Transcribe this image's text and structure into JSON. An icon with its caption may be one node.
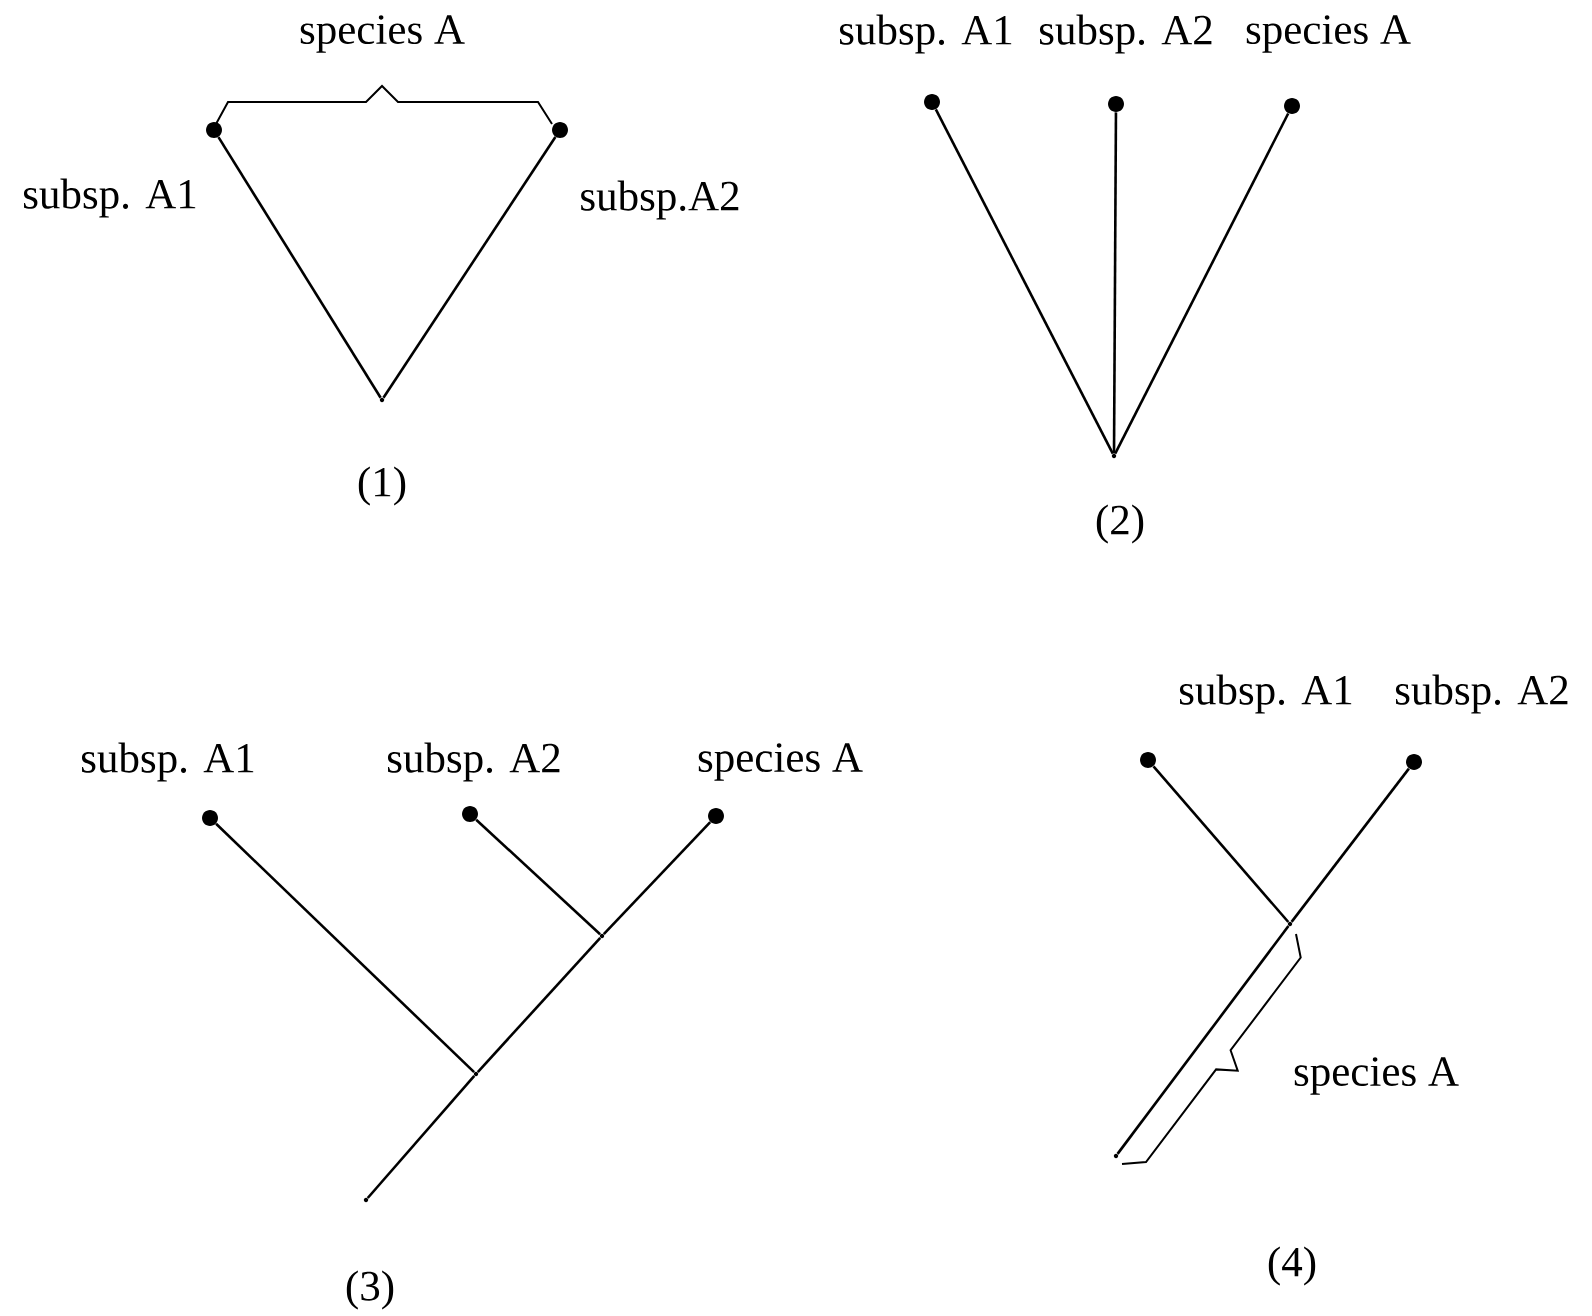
{
  "diagram": {
    "nodes": [
      {
        "text": [],
        "shape": "circle",
        "beside": [
          "subsp. A1"
        ]
      },
      {
        "text": [],
        "shape": "circle",
        "beside": [
          "subsp.A2"
        ]
      },
      {
        "text": [],
        "shape": "point"
      },
      {
        "text": [],
        "shape": "circle",
        "beside": [
          "subsp. A1"
        ]
      },
      {
        "text": [],
        "shape": "circle",
        "beside": [
          "subsp. A2"
        ]
      },
      {
        "text": [],
        "shape": "circle",
        "beside": [
          "species A"
        ]
      },
      {
        "text": [],
        "shape": "point"
      },
      {
        "text": [],
        "shape": "circle",
        "beside": [
          "subsp. A1"
        ]
      },
      {
        "text": [],
        "shape": "circle",
        "beside": [
          "subsp. A2"
        ]
      },
      {
        "text": [],
        "shape": "circle",
        "beside": [
          "species A"
        ]
      },
      {
        "text": [],
        "shape": "point"
      },
      {
        "text": [],
        "shape": "point"
      },
      {
        "text": [],
        "shape": "point"
      },
      {
        "text": [],
        "shape": "circle",
        "beside": [
          "subsp. A1"
        ]
      },
      {
        "text": [],
        "shape": "circle",
        "beside": [
          "subsp. A2"
        ]
      },
      {
        "text": [],
        "shape": "point"
      },
      {
        "text": [],
        "shape": "point"
      }
    ],
    "edges": [
      {
        "from": 0,
        "to": 2,
        "arrow": "none"
      },
      {
        "from": 1,
        "to": 2,
        "arrow": "none"
      },
      {
        "from": 3,
        "to": 6,
        "arrow": "none"
      },
      {
        "from": 4,
        "to": 6,
        "arrow": "none"
      },
      {
        "from": 5,
        "to": 6,
        "arrow": "none"
      },
      {
        "from": 7,
        "to": 10,
        "arrow": "none"
      },
      {
        "from": 8,
        "to": 11,
        "arrow": "none"
      },
      {
        "from": 9,
        "to": 11,
        "arrow": "none"
      },
      {
        "from": 11,
        "to": 10,
        "arrow": "none"
      },
      {
        "from": 10,
        "to": 12,
        "arrow": "none"
      },
      {
        "from": 13,
        "to": 15,
        "arrow": "none"
      },
      {
        "from": 14,
        "to": 15,
        "arrow": "none"
      },
      {
        "from": 15,
        "to": 16,
        "arrow": "none"
      }
    ],
    "labels": [
      "species A",
      "(1)",
      "(2)",
      "(3)",
      "species A",
      "(4)"
    ]
  }
}
